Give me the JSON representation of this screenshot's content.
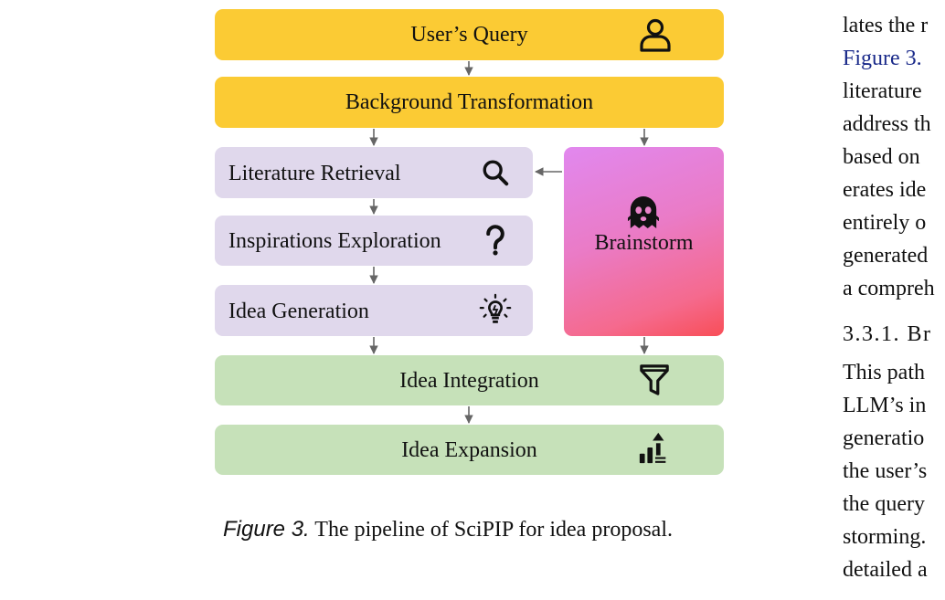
{
  "diagram": {
    "nodes": {
      "users_query": "User’s Query",
      "background_transformation": "Background Transformation",
      "literature_retrieval": "Literature Retrieval",
      "inspirations_exploration": "Inspirations Exploration",
      "idea_generation": "Idea Generation",
      "brainstorm": "Brainstorm",
      "idea_integration": "Idea Integration",
      "idea_expansion": "Idea Expansion"
    },
    "icons": {
      "users_query": "user-icon",
      "literature_retrieval": "search-icon",
      "inspirations_exploration": "question-icon",
      "idea_generation": "lightbulb-icon",
      "brainstorm": "ghost-icon",
      "idea_integration": "filter-icon",
      "idea_expansion": "growth-chart-icon"
    },
    "edges": [
      [
        "users_query",
        "background_transformation"
      ],
      [
        "background_transformation",
        "literature_retrieval"
      ],
      [
        "background_transformation",
        "brainstorm"
      ],
      [
        "brainstorm",
        "literature_retrieval"
      ],
      [
        "literature_retrieval",
        "inspirations_exploration"
      ],
      [
        "inspirations_exploration",
        "idea_generation"
      ],
      [
        "idea_generation",
        "idea_integration"
      ],
      [
        "brainstorm",
        "idea_integration"
      ],
      [
        "idea_integration",
        "idea_expansion"
      ]
    ],
    "colors": {
      "yellow": "#fbcb34",
      "purple": "#e0d8ec",
      "green": "#c6e1b9",
      "pink_start": "#e188ef",
      "pink_end": "#f84e57",
      "arrow": "#666666"
    }
  },
  "caption": {
    "figure_label": "Figure 3.",
    "text": "The pipeline of SciPIP for idea proposal."
  },
  "right_column": {
    "lines": [
      "lates the r",
      "Figure 3.",
      "literature",
      "address th",
      "based on",
      "erates ide",
      "entirely o",
      "generated",
      "a compreh"
    ],
    "section_heading": "3.3.1. Br",
    "paragraph_lines": [
      "This path",
      "LLM’s in",
      "generatio",
      "the user’s",
      "the query",
      "storming.",
      "detailed a"
    ]
  }
}
